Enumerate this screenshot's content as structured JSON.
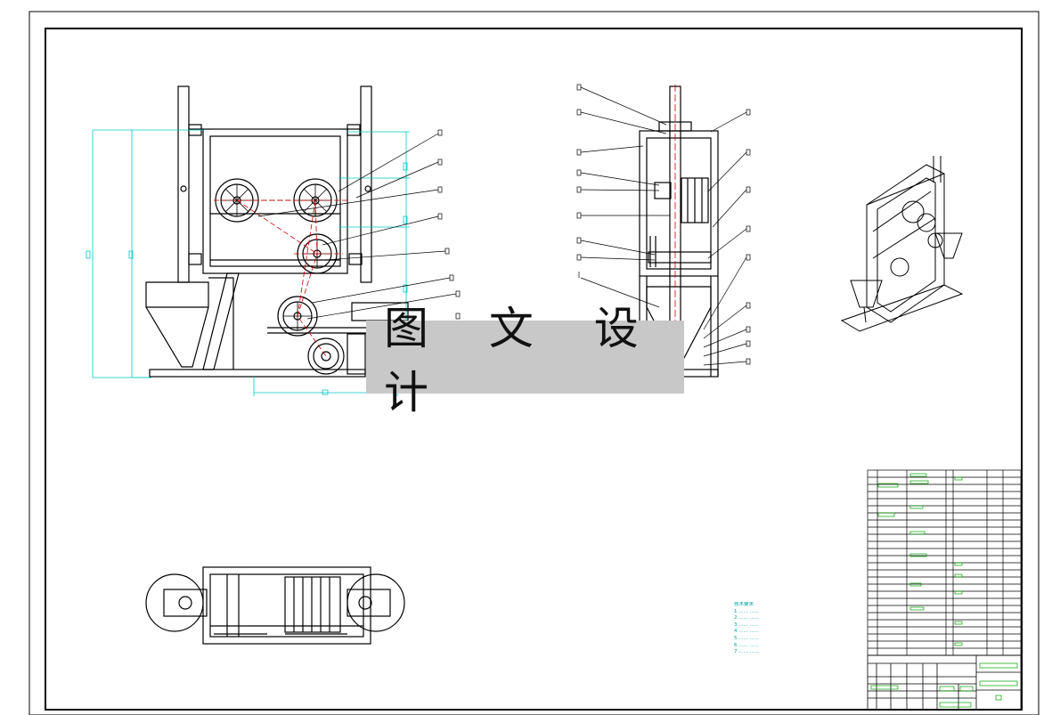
{
  "watermark": {
    "text": "图 文 设 计"
  },
  "technical_notes": {
    "title": "技术要求",
    "items": [
      "1 ......  ......",
      "2 ...... ......",
      "3 ...... ......",
      "4 ...... ......",
      "5 ...... ......",
      "6 ...... ......",
      "7 ...... ......"
    ]
  },
  "title_block": {
    "company": "",
    "drawing_name": "",
    "drawing_no": ""
  },
  "colors": {
    "line": "#000000",
    "dimension": "#00c8c8",
    "centerline": "#cc0000",
    "hatch": "#00a000"
  }
}
